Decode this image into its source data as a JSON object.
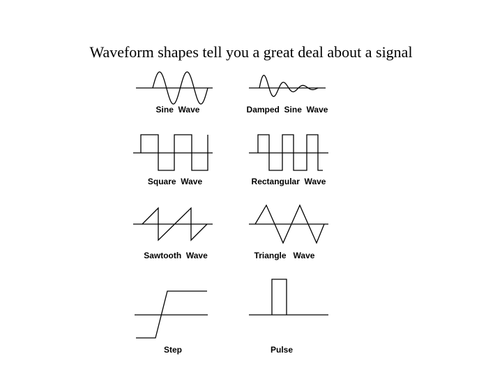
{
  "title": "Waveform shapes tell you a great deal about a signal",
  "waveforms": [
    {
      "id": "sine",
      "label": "Sine  Wave"
    },
    {
      "id": "damped-sine",
      "label": "Damped  Sine  Wave"
    },
    {
      "id": "square",
      "label": "Square  Wave"
    },
    {
      "id": "rectangular",
      "label": "Rectangular  Wave"
    },
    {
      "id": "sawtooth",
      "label": "Sawtooth  Wave"
    },
    {
      "id": "triangle",
      "label": "Triangle   Wave"
    },
    {
      "id": "step",
      "label": "Step"
    },
    {
      "id": "pulse",
      "label": "Pulse"
    }
  ]
}
